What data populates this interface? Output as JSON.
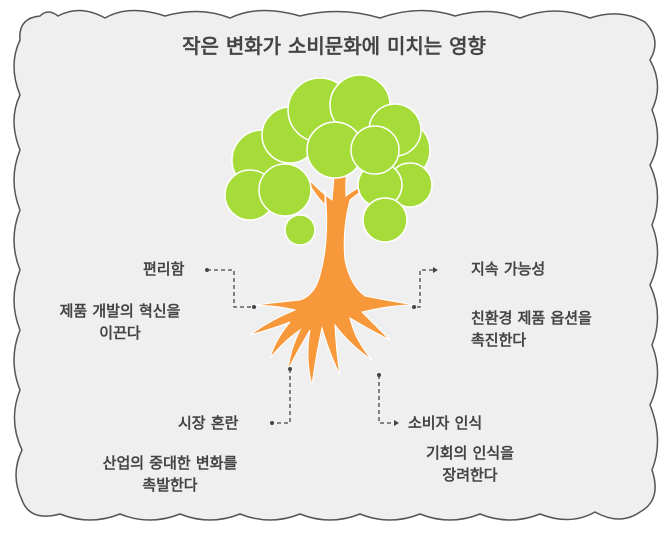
{
  "title": "작은 변화가 소비문화에 미치는 영향",
  "colors": {
    "background": "#efefef",
    "border": "#555555",
    "foliage": "#a6dc3a",
    "trunk": "#f7993b",
    "text": "#444444",
    "connector": "#444444"
  },
  "items": [
    {
      "label": "편리함",
      "description_lines": [
        "제품 개발의 혁신을",
        "이끈다"
      ],
      "position": "left-upper"
    },
    {
      "label": "지속 가능성",
      "description_lines": [
        "친환경 제품 옵션을",
        "촉진한다"
      ],
      "position": "right-upper"
    },
    {
      "label": "시장 혼란",
      "description_lines": [
        "산업의 중대한 변화를",
        "촉발한다"
      ],
      "position": "left-lower"
    },
    {
      "label": "소비자 인식",
      "description_lines": [
        "기회의 인식을",
        "장려한다"
      ],
      "position": "right-lower"
    }
  ]
}
